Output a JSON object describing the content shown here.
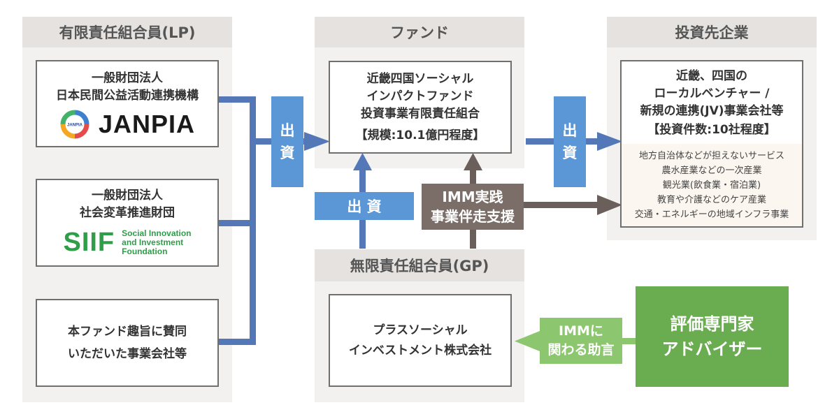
{
  "colors": {
    "connector_blue": "#5477b8",
    "label_blue": "#5b97d6",
    "support_brown": "#7b6e69",
    "advice_green": "#8cc66f",
    "advisor_green": "#6aac50",
    "janpia_ring": [
      "#e64a4a",
      "#f5a623",
      "#43b36b",
      "#3f7fcf"
    ],
    "siif_green": "#2e9e48"
  },
  "lp": {
    "header": "有限責任組合員(LP)",
    "janpia": {
      "line1": "一般財団法人",
      "line2": "日本民間公益活動連携機構",
      "logo_small": "JANPIA",
      "logo": "JANPIA"
    },
    "siif": {
      "line1": "一般財団法人",
      "line2": "社会変革推進財団",
      "logo": "SIIF",
      "logo_sub1": "Social Innovation",
      "logo_sub2": "and Investment",
      "logo_sub3": "Foundation"
    },
    "companies": {
      "line1": "本ファンド趣旨に賛同",
      "line2": "いただいた事業会社等"
    }
  },
  "fund": {
    "header": "ファンド",
    "line1": "近畿四国ソーシャル",
    "line2": "インパクトファンド",
    "line3": "投資事業有限責任組合",
    "scale": "【規模:10.1億円程度】"
  },
  "targets": {
    "header": "投資先企業",
    "line1": "近畿、四国の",
    "line2": "ローカルベンチャー /",
    "line3": "新規の連携(JV)事業会社等",
    "count": "【投資件数:10社程度】",
    "sectors": [
      "地方自治体などが担えないサービス",
      "農水産業などの一次産業",
      "観光業(飲食業・宿泊業)",
      "教育や介護などのケア産業",
      "交通・エネルギーの地域インフラ事業"
    ]
  },
  "gp": {
    "header": "無限責任組合員(GP)",
    "line1": "プラスソーシャル",
    "line2": "インベストメント株式会社"
  },
  "labels": {
    "invest_char1": "出",
    "invest_char2": "資",
    "invest_gp": "出 資",
    "support_line1": "IMM実践",
    "support_line2": "事業伴走支援",
    "advice_line1": "IMMに",
    "advice_line2": "関わる助言"
  },
  "advisor": {
    "line1": "評価専門家",
    "line2": "アドバイザー"
  }
}
